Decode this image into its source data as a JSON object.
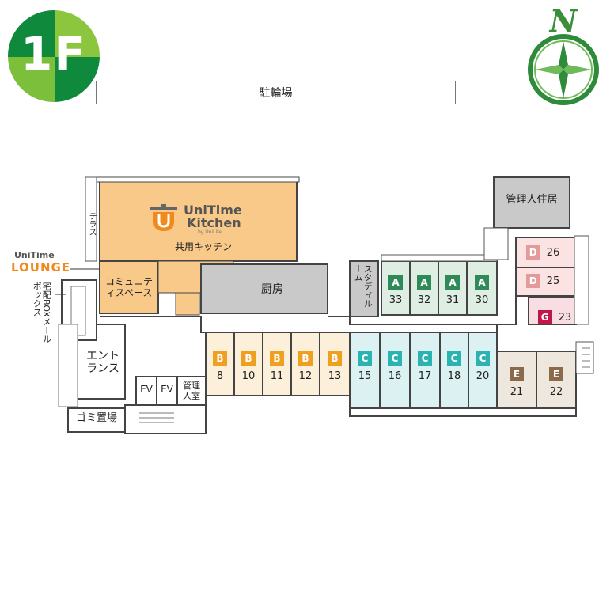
{
  "floor": {
    "label": "1F"
  },
  "compass": {
    "north": "N"
  },
  "areas": {
    "parking": "駐輪場",
    "terrace": "テラス",
    "shared_kitchen": "共用キッチン",
    "community_space": "コミュニティスペース",
    "chubou": "厨房",
    "study_room": "スタディルーム",
    "manager_residence": "管理人住居",
    "entrance": "エントランス",
    "mailbox": "宅配BOXメールボックス",
    "garbage": "ゴミ置場",
    "ev1": "EV",
    "ev2": "EV",
    "manager_office": "管理人室"
  },
  "logos": {
    "kitchen_line1": "UniTime",
    "kitchen_line2": "Kitchen",
    "kitchen_by": "by UniLife",
    "lounge_line1": "UniTime",
    "lounge_line2": "LOUNGE"
  },
  "unit_types": {
    "A": {
      "letter": "A",
      "color": "#2e8b57",
      "fill": "#dfeee2"
    },
    "B": {
      "letter": "B",
      "color": "#f0a020",
      "fill": "#fdf0da"
    },
    "C": {
      "letter": "C",
      "color": "#2ab3b0",
      "fill": "#dcf1f1"
    },
    "D": {
      "letter": "D",
      "color": "#e59a9a",
      "fill": "#fbe3e3"
    },
    "E": {
      "letter": "E",
      "color": "#8a6a4a",
      "fill": "#eee7dd"
    },
    "G": {
      "letter": "G",
      "color": "#c0174a",
      "fill": "#f8dde3"
    }
  },
  "units": [
    {
      "type": "A",
      "number": "33"
    },
    {
      "type": "A",
      "number": "32"
    },
    {
      "type": "A",
      "number": "31"
    },
    {
      "type": "A",
      "number": "30"
    },
    {
      "type": "D",
      "number": "26"
    },
    {
      "type": "D",
      "number": "25"
    },
    {
      "type": "G",
      "number": "23"
    },
    {
      "type": "B",
      "number": "8"
    },
    {
      "type": "B",
      "number": "10"
    },
    {
      "type": "B",
      "number": "11"
    },
    {
      "type": "B",
      "number": "12"
    },
    {
      "type": "B",
      "number": "13"
    },
    {
      "type": "C",
      "number": "15"
    },
    {
      "type": "C",
      "number": "16"
    },
    {
      "type": "C",
      "number": "17"
    },
    {
      "type": "C",
      "number": "18"
    },
    {
      "type": "C",
      "number": "20"
    },
    {
      "type": "E",
      "number": "21"
    },
    {
      "type": "E",
      "number": "22"
    }
  ],
  "colors": {
    "floor_badge_dark": "#0f8a3c",
    "floor_badge_light": "#8cc63f",
    "kitchen_fill": "#f9c98a",
    "chubou_fill": "#c9c9c9",
    "wall": "#333333"
  }
}
